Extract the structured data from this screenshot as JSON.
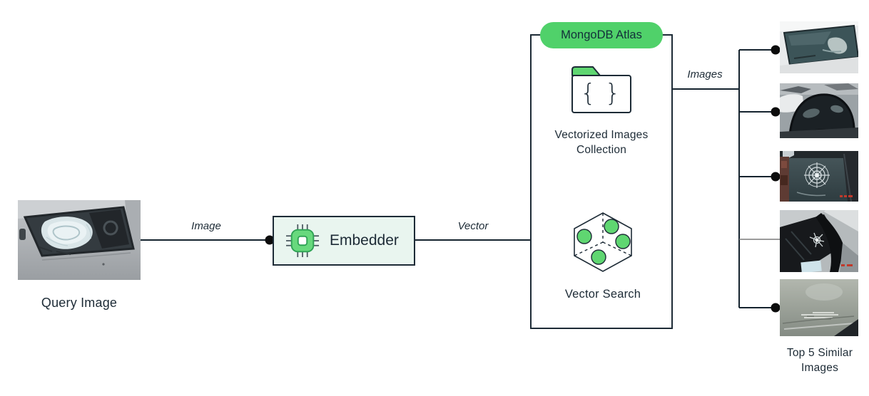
{
  "diagram": {
    "title_implicit": "Image vector search flow",
    "query": {
      "label": "Query Image",
      "image_name": "shattered-windshield-car-photo"
    },
    "edges": {
      "image_label": "Image",
      "vector_label": "Vector",
      "images_label": "Images"
    },
    "embedder": {
      "label": "Embedder",
      "icon": "chip-icon"
    },
    "atlas": {
      "badge": "MongoDB Atlas",
      "collection_label": "Vectorized Images Collection",
      "collection_icon": "folder-braces-icon",
      "vector_search_label": "Vector Search",
      "vector_search_icon": "cube-vectors-icon"
    },
    "results": {
      "label": "Top 5 Similar Images",
      "count": 5,
      "image_names": [
        "windshield-crack-photo-1",
        "windshield-crack-photo-2",
        "windshield-spiderweb-crack-photo-3",
        "side-window-impact-photo-4",
        "scratched-body-panel-photo-5"
      ]
    },
    "colors": {
      "brand_green": "#50d16a",
      "chip_green": "#68d97d",
      "dark_ink": "#1d2b36",
      "embedder_fill": "#e9f5ef",
      "connector_black": "#15232e",
      "connector_gray": "#7a7a7a"
    }
  }
}
